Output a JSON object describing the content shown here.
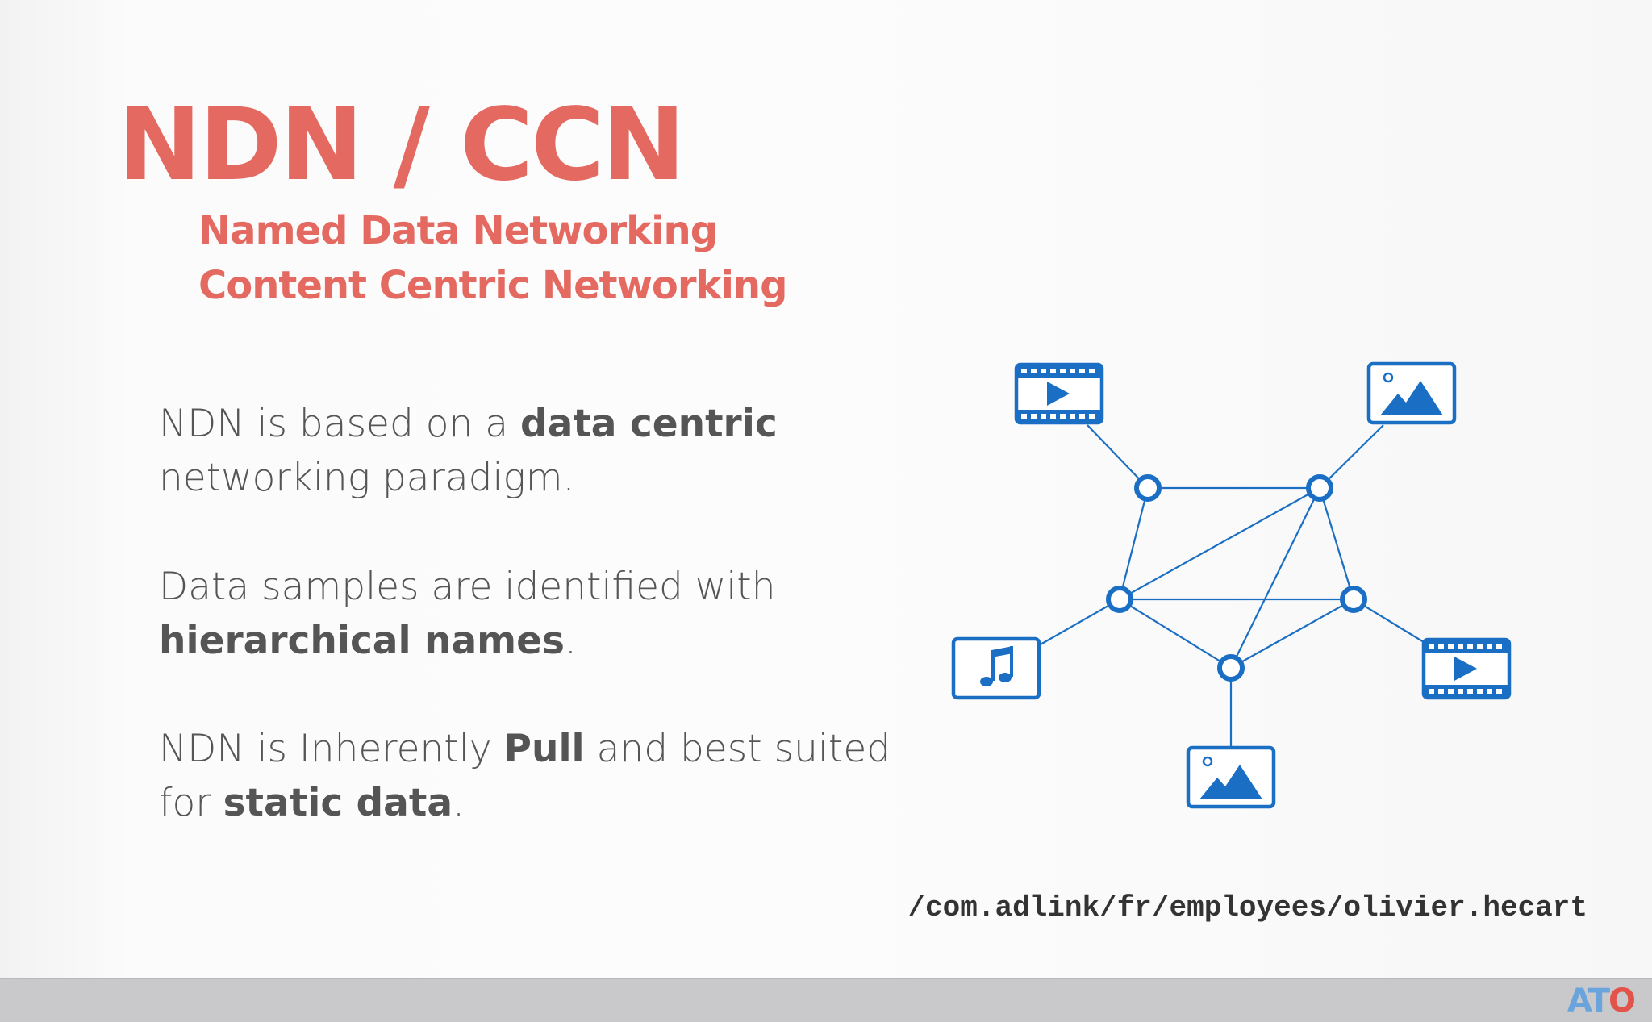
{
  "colors": {
    "accent": "#e46a61",
    "text": "#555555",
    "diagram": "#1a6fc4",
    "path_text": "#333333",
    "footer": "#c9c9cb",
    "logo_blue": "#6aa4dc",
    "logo_red": "#e2534a"
  },
  "slide": {
    "title": "NDN / CCN",
    "subtitle_1": "Named Data Networking",
    "subtitle_2": "Content Centric Networking",
    "paragraph_1": {
      "line1_pre": "NDN is based on a ",
      "line1_bold": "data centric",
      "line2": "networking paradigm."
    },
    "paragraph_2": {
      "line1": "Data samples are identified with",
      "line2_bold": "hierarchical names",
      "line2_post": "."
    },
    "paragraph_3": {
      "line1_pre": "NDN is Inherently ",
      "line1_bold": "Pull",
      "line1_post": " and best suited",
      "line2_pre": "for ",
      "line2_bold": "static data",
      "line2_post": "."
    },
    "example_name": "/com.adlink/fr/employees/olivier.hecart"
  },
  "diagram": {
    "icons": [
      "video-icon",
      "image-icon",
      "music-icon",
      "video-icon",
      "image-icon"
    ]
  },
  "footer": {
    "logo_part_1": "AT",
    "logo_part_2": "O"
  }
}
